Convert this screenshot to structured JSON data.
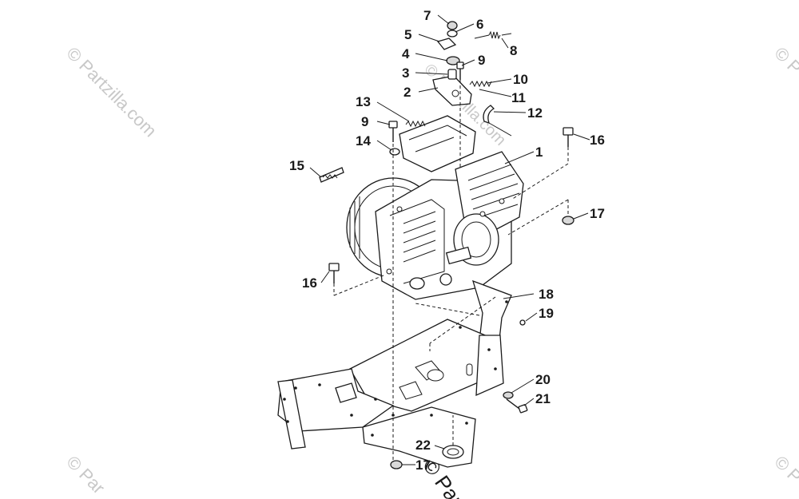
{
  "watermark": {
    "text": "© Partzilla.com",
    "fragment_top_right": "© P",
    "fragment_bottom_left": "© Par",
    "fragment_bottom_right": "© P",
    "fragment_bottom_center": "© Part"
  },
  "callouts": [
    {
      "id": "c7",
      "label": "7"
    },
    {
      "id": "c6",
      "label": "6"
    },
    {
      "id": "c5",
      "label": "5"
    },
    {
      "id": "c8",
      "label": "8"
    },
    {
      "id": "c4",
      "label": "4"
    },
    {
      "id": "c9a",
      "label": "9"
    },
    {
      "id": "c3",
      "label": "3"
    },
    {
      "id": "c10",
      "label": "10"
    },
    {
      "id": "c2",
      "label": "2"
    },
    {
      "id": "c11",
      "label": "11"
    },
    {
      "id": "c13",
      "label": "13"
    },
    {
      "id": "c12",
      "label": "12"
    },
    {
      "id": "c9b",
      "label": "9"
    },
    {
      "id": "c14",
      "label": "14"
    },
    {
      "id": "c1",
      "label": "1"
    },
    {
      "id": "c16a",
      "label": "16"
    },
    {
      "id": "c15",
      "label": "15"
    },
    {
      "id": "c17a",
      "label": "17"
    },
    {
      "id": "c16b",
      "label": "16"
    },
    {
      "id": "c18",
      "label": "18"
    },
    {
      "id": "c19",
      "label": "19"
    },
    {
      "id": "c20",
      "label": "20"
    },
    {
      "id": "c21",
      "label": "21"
    },
    {
      "id": "c22",
      "label": "22"
    },
    {
      "id": "c17b",
      "label": "17"
    }
  ]
}
